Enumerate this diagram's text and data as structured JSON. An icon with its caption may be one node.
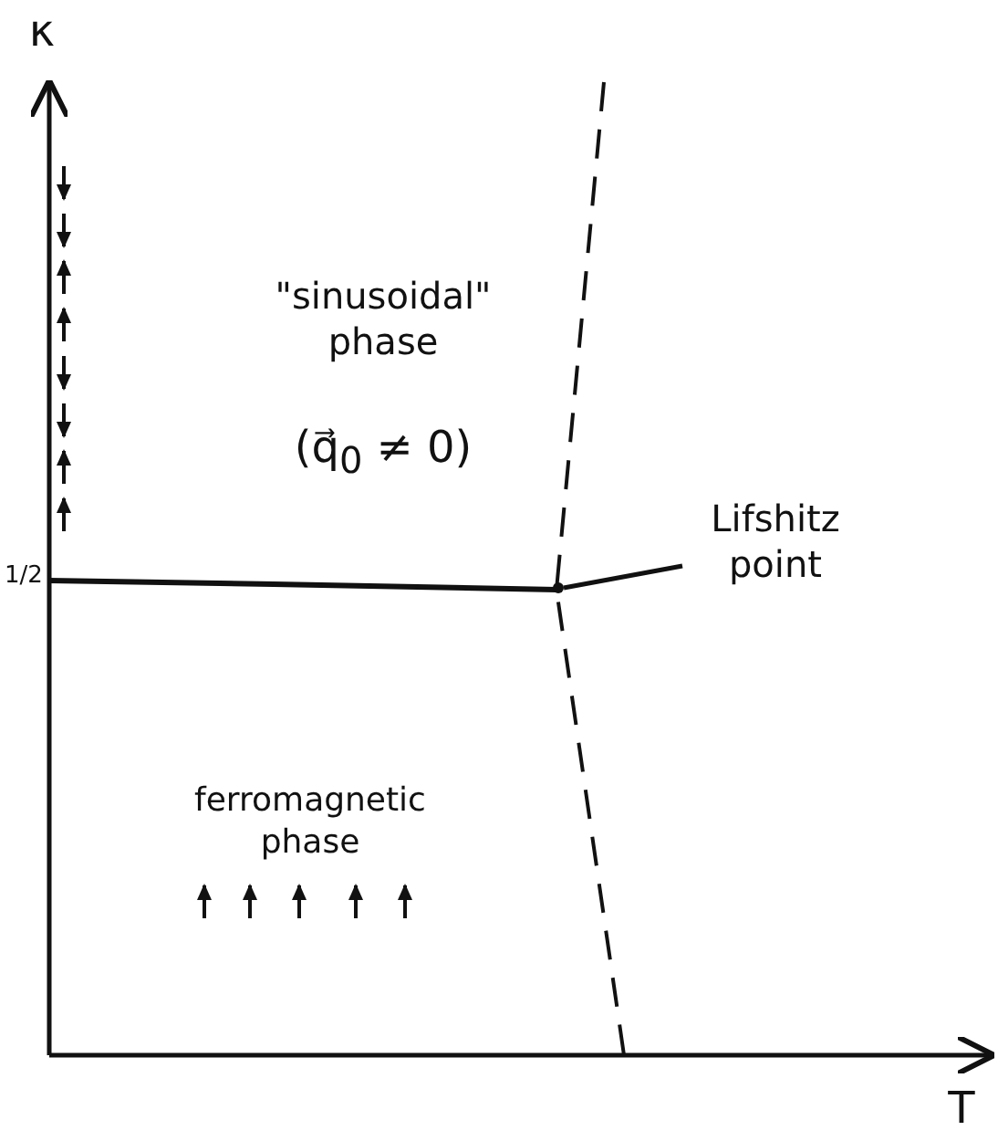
{
  "diagram": {
    "nodes": [
      {
        "text": [
          "Lifshitz point"
        ]
      },
      {
        "text": [],
        "shape": "point"
      }
    ],
    "edges": [
      {
        "from": 0,
        "to": 1,
        "arrow": "none"
      }
    ],
    "labels": [
      "κ",
      "\"sinusoidal\" phase",
      "(q⃗$_{0}$ ≠ 0)",
      "1/2",
      "ferromagnetic phase",
      "T"
    ]
  }
}
